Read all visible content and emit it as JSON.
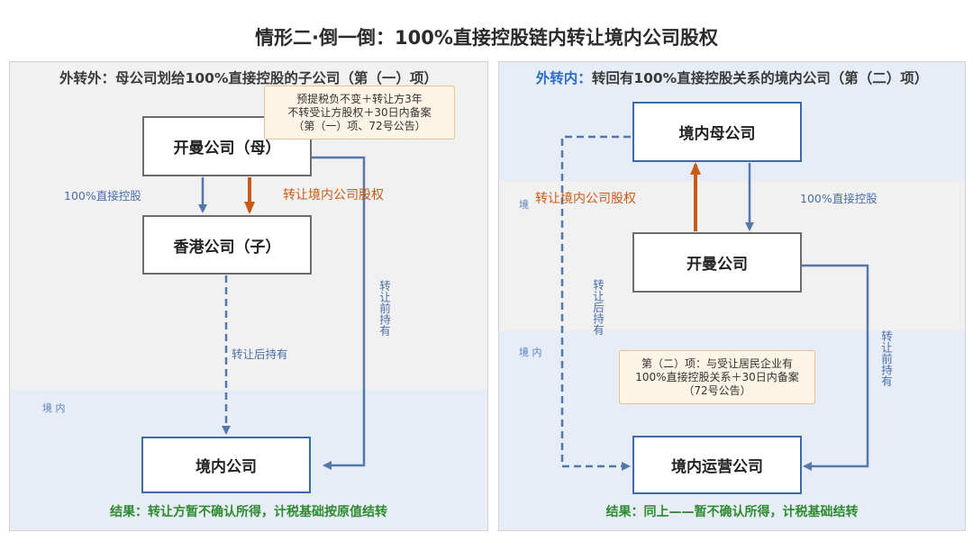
{
  "title": "情形二·倒一倒：100%直接控股链内转让境内公司股权",
  "left": {
    "heading_black": "外转外：母公司划给100%直接控股的子公司（第（一）项）",
    "note": "预提税负不变＋转让方3年\n不转受让方股权＋30日内备案\n（第（一）项、72号公告）",
    "parent_box": "开曼公司（母）",
    "hk_box": "香港公司（子）",
    "domestic_box": "境内公司",
    "label_control": "100%直接控股",
    "label_transfer": "转让境内公司股权",
    "label_after": "转让后持有",
    "label_before": "转让前持有",
    "region_label": "境 内",
    "result": "结果：转让方暂不确认所得，计税基础按原值结转"
  },
  "right": {
    "heading_blue": "外转内：",
    "heading_black": "转回有100%直接控股关系的境内公司（第（二）项）",
    "parent_box": "境内母公司",
    "cayman_box": "开曼公司",
    "operating_box": "境内运营公司",
    "label_control": "100%直接控股",
    "label_transfer": "转让境内公司股权",
    "label_transfer_prefix": "境",
    "label_after": "转让后持有",
    "label_before": "转让前持有",
    "region_label": "境 内",
    "note": "第（二）项：与受让居民企业有\n100%直接控股关系＋30日内备案\n（72号公告）",
    "result": "结果：同上——暂不确认所得，计税基础结转"
  },
  "colors": {
    "blue_arrow": "#5577aa",
    "orange_arrow": "#c95a14",
    "result_green": "#2e8b2e",
    "heading_blue": "#2f6ec6"
  }
}
